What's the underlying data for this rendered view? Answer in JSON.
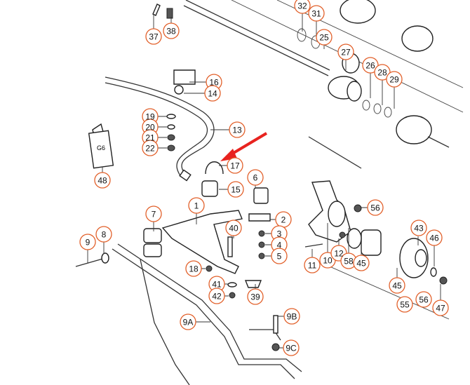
{
  "callouts": [
    "37",
    "38",
    "32",
    "31",
    "25",
    "27",
    "26",
    "28",
    "29",
    "16",
    "14",
    "19",
    "20",
    "21",
    "22",
    "13",
    "17",
    "48",
    "6",
    "15",
    "56",
    "7",
    "1",
    "2",
    "40",
    "3",
    "4",
    "5",
    "8",
    "9",
    "43",
    "46",
    "11",
    "10",
    "12",
    "58",
    "45",
    "18",
    "41",
    "42",
    "39",
    "45",
    "55",
    "56",
    "47",
    "9A",
    "9B",
    "9C"
  ],
  "bottle_label": "G6",
  "colors": {
    "callout_ring": "#e2602a",
    "arrow": "#e8231f",
    "line": "#333333"
  }
}
